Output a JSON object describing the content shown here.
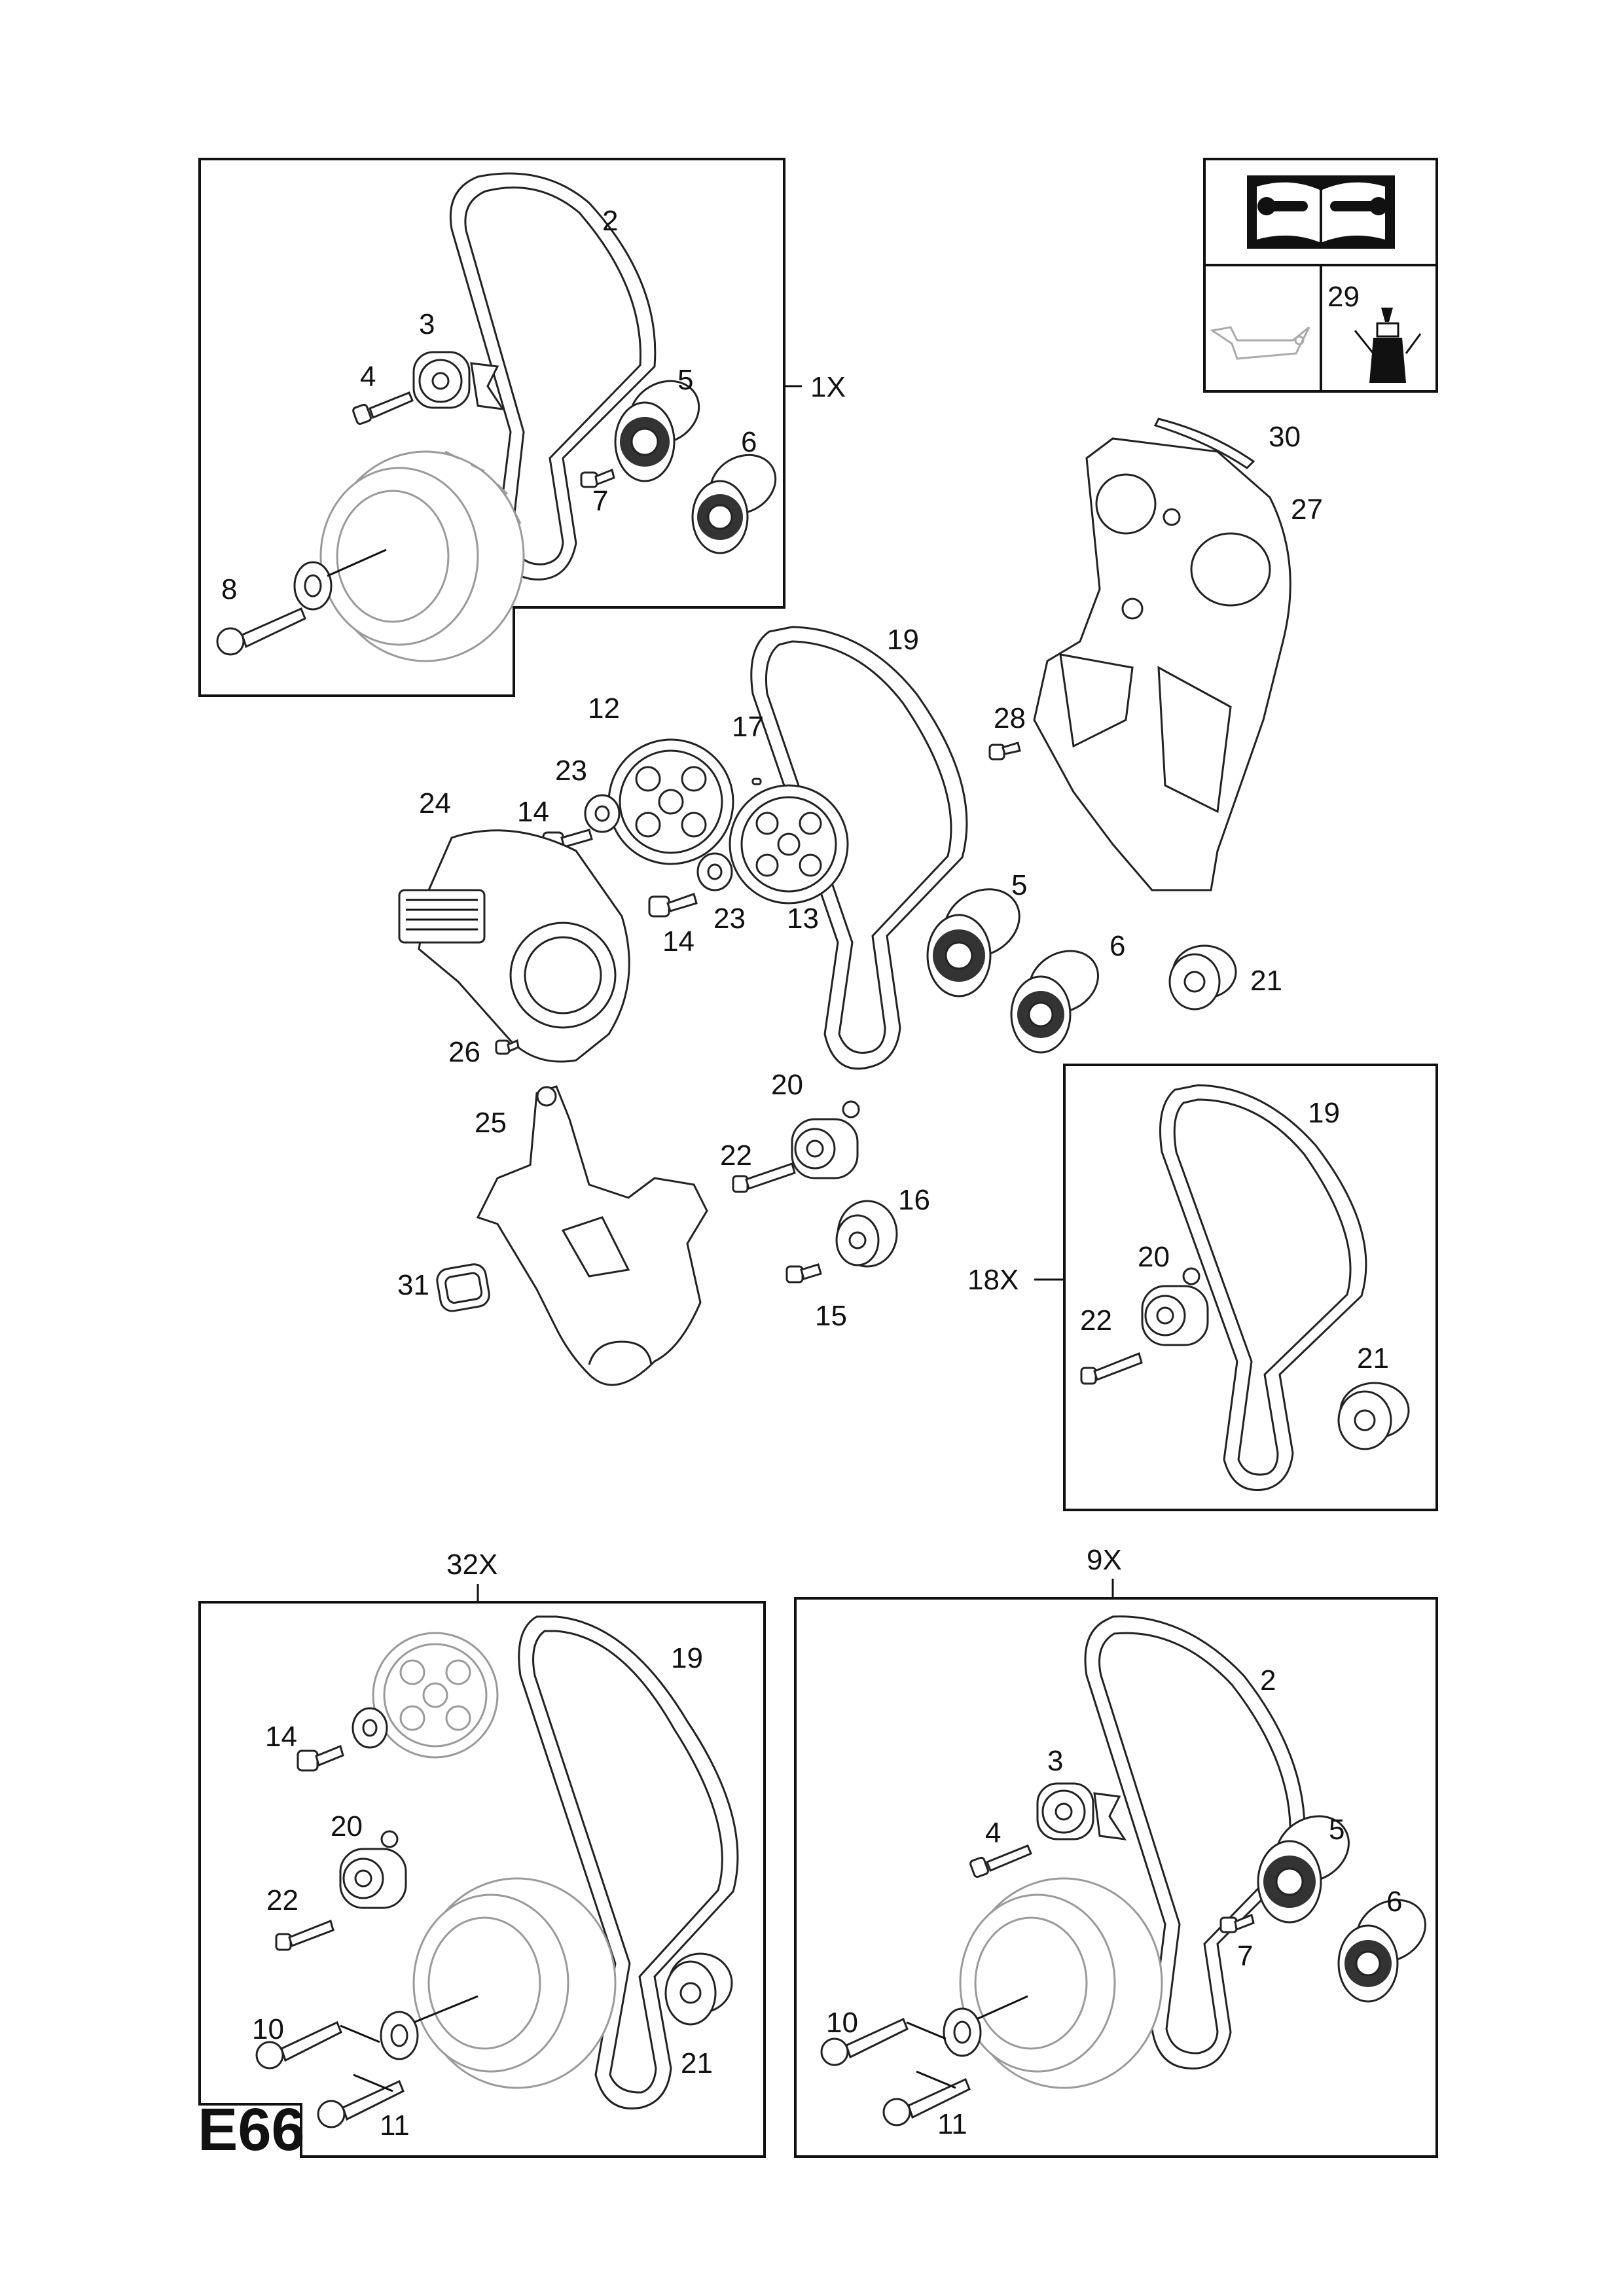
{
  "page_code": "E66",
  "legend": {
    "icons": [
      "workshop-manual-icon",
      "oil-can-icon",
      "threadlock-bottle-icon"
    ],
    "part": "29"
  },
  "main": {
    "parts": [
      "2",
      "3",
      "4",
      "5",
      "6",
      "7",
      "8",
      "12",
      "13",
      "14",
      "14",
      "15",
      "16",
      "17",
      "19",
      "20",
      "21",
      "22",
      "23",
      "23",
      "24",
      "25",
      "26",
      "27",
      "28",
      "30",
      "31",
      "5",
      "6"
    ],
    "kits": [
      "1X",
      "18X",
      "32X",
      "9X"
    ]
  },
  "kit_1x": {
    "label": "1X",
    "parts": [
      "2",
      "3",
      "4",
      "5",
      "6",
      "7",
      "8"
    ]
  },
  "kit_18x": {
    "label": "18X",
    "parts": [
      "19",
      "20",
      "21",
      "22"
    ]
  },
  "kit_32x": {
    "label": "32X",
    "parts": [
      "19",
      "14",
      "20",
      "22",
      "10",
      "11",
      "21"
    ]
  },
  "kit_9x": {
    "label": "9X",
    "parts": [
      "2",
      "3",
      "4",
      "5",
      "6",
      "7",
      "10",
      "11"
    ]
  }
}
